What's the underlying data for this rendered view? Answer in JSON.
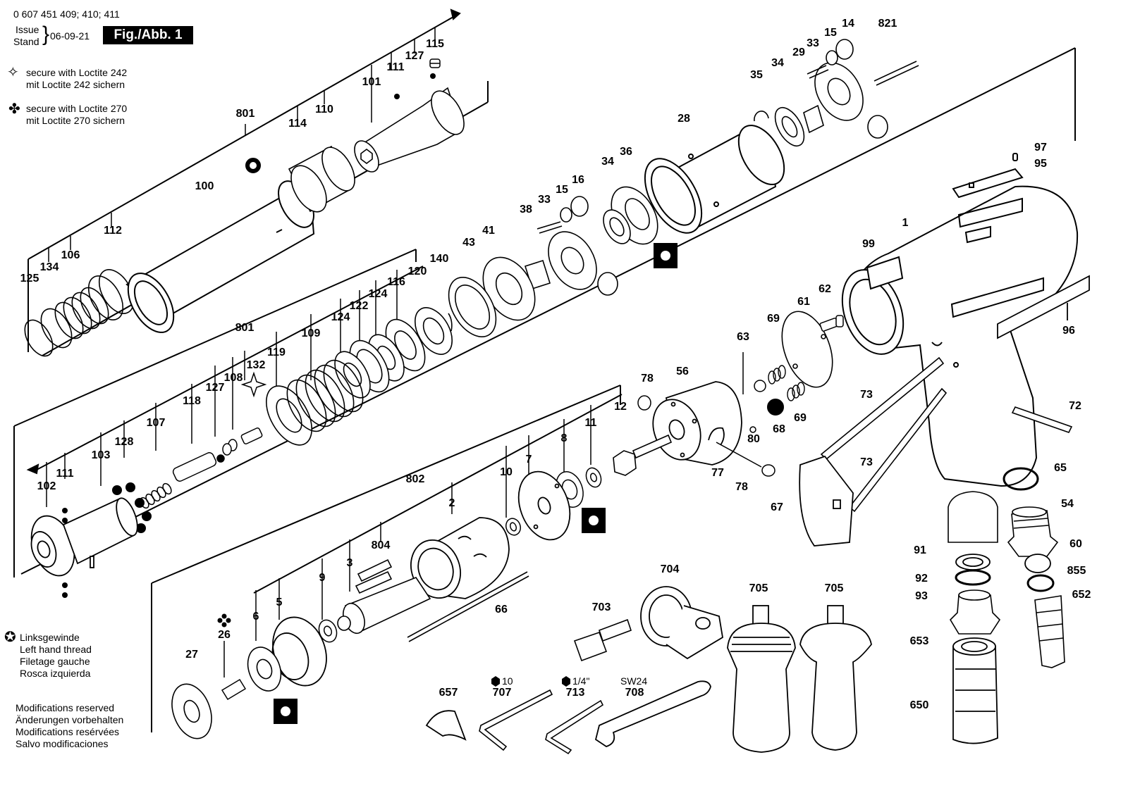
{
  "header": {
    "part_numbers": "0 607 451 409; 410; 411",
    "issue_label": "Issue",
    "stand_label": "Stand",
    "date": "06-09-21",
    "figure": "Fig./Abb. 1"
  },
  "notes": {
    "loctite242": [
      "secure with Loctite 242",
      "mit Loctite 242 sichern"
    ],
    "loctite270": [
      "secure with Loctite 270",
      "mit Loctite 270 sichern"
    ],
    "left_thread": [
      "Linksgewinde",
      "Left hand thread",
      "Filetage gauche",
      "Rosca izquierda"
    ],
    "modifications": [
      "Modifications reserved",
      "Änderungen vorbehalten",
      "Modifications resérvées",
      "Salvo modificaciones"
    ]
  },
  "tool_labels": {
    "hex10": "10",
    "hex14": "1/4\"",
    "sw24": "SW24"
  },
  "part_labels": [
    "125",
    "134",
    "106",
    "112",
    "100",
    "801",
    "114",
    "110",
    "101",
    "111",
    "127",
    "115",
    "35",
    "34",
    "29",
    "33",
    "15",
    "14",
    "821",
    "28",
    "36",
    "34",
    "16",
    "15",
    "33",
    "38",
    "43",
    "41",
    "140",
    "120",
    "116",
    "124",
    "122",
    "124",
    "109",
    "119",
    "801",
    "132",
    "108",
    "127",
    "118",
    "107",
    "128",
    "103",
    "111",
    "102",
    "97",
    "95",
    "1",
    "99",
    "62",
    "61",
    "69",
    "63",
    "69",
    "68",
    "80",
    "78",
    "56",
    "12",
    "11",
    "8",
    "7",
    "10",
    "2",
    "802",
    "804",
    "3",
    "66",
    "9",
    "5",
    "6",
    "26",
    "27",
    "77",
    "78",
    "73",
    "72",
    "73",
    "67",
    "96",
    "65",
    "54",
    "91",
    "60",
    "92",
    "855",
    "93",
    "652",
    "653",
    "650",
    "704",
    "703",
    "705",
    "705",
    "657",
    "707",
    "713",
    "708"
  ]
}
